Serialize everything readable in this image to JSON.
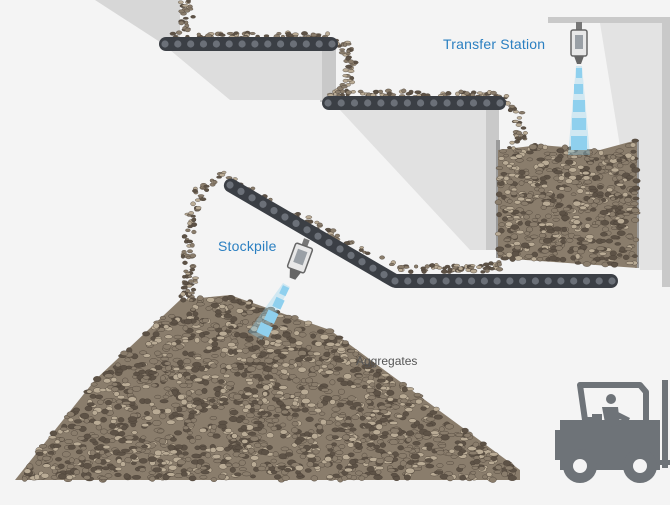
{
  "labels": {
    "transfer_station": "Transfer Station",
    "stockpile": "Stockpile",
    "aggregates": "Aggregates"
  },
  "colors": {
    "background": "#f4f4f4",
    "structure": "#cfcfcf",
    "belt": "#3b3f45",
    "roller": "#6b7078",
    "aggregate_dark": "#5d5246",
    "aggregate_mid": "#8a7d6c",
    "aggregate_light": "#b9ab95",
    "spray": "#8fd0ee",
    "label_blue": "#2a7fc1",
    "forklift": "#6e7378"
  },
  "icons": {
    "upper_sprayer": "sprayer-nozzle-icon",
    "lower_sprayer": "sprayer-nozzle-icon",
    "vehicle": "forklift-icon"
  }
}
